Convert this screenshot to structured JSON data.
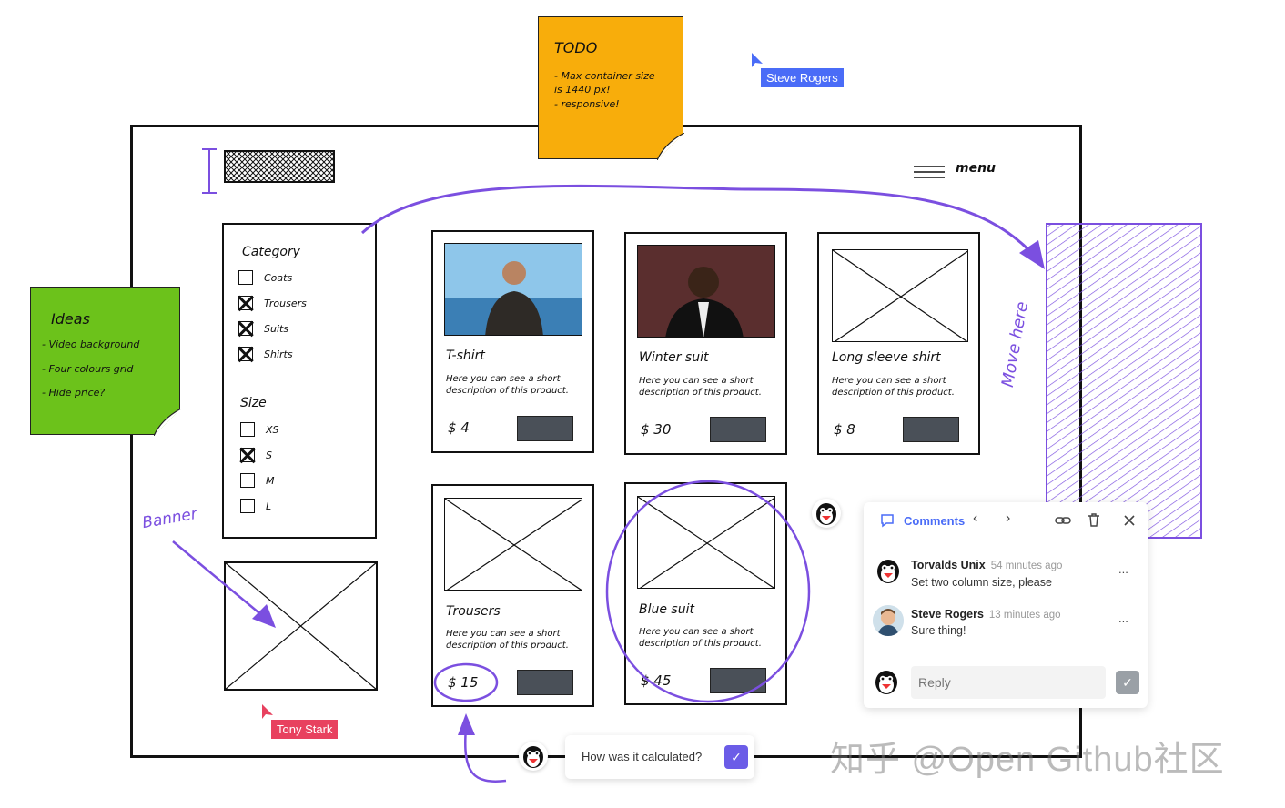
{
  "todo_note": {
    "title": "TODO",
    "lines": [
      "- Max container size",
      "is 1440 px!",
      "- responsive!"
    ]
  },
  "ideas_note": {
    "title": "Ideas",
    "lines": [
      "- Video background",
      "- Four colours grid",
      "- Hide price?"
    ]
  },
  "cursors": {
    "steve": {
      "label": "Steve Rogers",
      "color": "#4a6cf7"
    },
    "tony": {
      "label": "Tony Stark",
      "color": "#e8415f"
    }
  },
  "header": {
    "menu_label": "menu"
  },
  "filters": {
    "category_title": "Category",
    "category_items": [
      {
        "label": "Coats",
        "checked": false
      },
      {
        "label": "Trousers",
        "checked": true
      },
      {
        "label": "Suits",
        "checked": true
      },
      {
        "label": "Shirts",
        "checked": true
      }
    ],
    "size_title": "Size",
    "size_items": [
      {
        "label": "XS",
        "checked": false
      },
      {
        "label": "S",
        "checked": true
      },
      {
        "label": "M",
        "checked": false
      },
      {
        "label": "L",
        "checked": false
      }
    ]
  },
  "annotations": {
    "banner": "Banner",
    "move_here": "Move here"
  },
  "products": [
    {
      "title": "T-shirt",
      "desc": "Here you can see a short description of this product.",
      "price": "$ 4",
      "image": "photo-man-tshirt"
    },
    {
      "title": "Winter suit",
      "desc": "Here you can see a short description of this product.",
      "price": "$ 30",
      "image": "photo-man-suit"
    },
    {
      "title": "Long sleeve shirt",
      "desc": "Here you can see a short description of this product.",
      "price": "$ 8",
      "image": "placeholder"
    },
    {
      "title": "Trousers",
      "desc": "Here you can see a short description of this product.",
      "price": "$ 15",
      "image": "placeholder"
    },
    {
      "title": "Blue suit",
      "desc": "Here you can see a short description of this product.",
      "price": "$ 45",
      "image": "placeholder"
    }
  ],
  "comments": {
    "header_label": "Comments",
    "items": [
      {
        "author": "Torvalds Unix",
        "time": "54 minutes ago",
        "text": "Set two column size, please",
        "more": "..."
      },
      {
        "author": "Steve Rogers",
        "time": "13 minutes ago",
        "text": "Sure thing!",
        "more": "..."
      }
    ],
    "reply_placeholder": "Reply"
  },
  "bubble": {
    "text": "How was it calculated?"
  },
  "watermark": "知乎 @Open Github社区",
  "colors": {
    "annotation": "#7b4fe0",
    "accent_blue": "#4a6cf7",
    "send_disabled": "#9aa0a6",
    "send_active": "#6b5ce7"
  }
}
